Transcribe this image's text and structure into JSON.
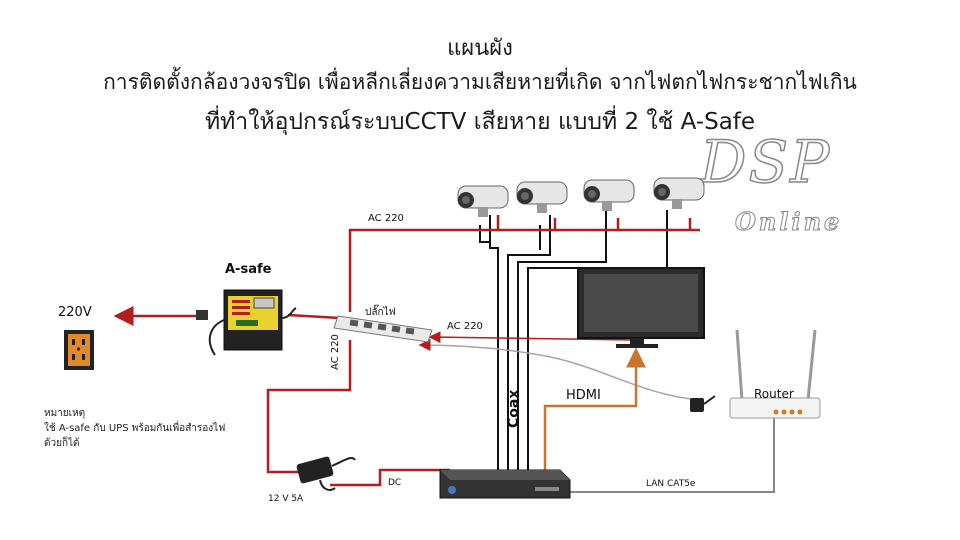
{
  "title": {
    "line1": "แผนผัง",
    "line2": "การติดตั้งกล้องวงจรปิด เพื่อหลีกเลี่ยงความเสียหายที่เกิด จากไฟตกไฟกระชากไฟเกิน",
    "line3": "ที่ทำให้อุปกรณ์ระบบCCTV เสียหาย แบบที่ 2 ใช้ A-Safe"
  },
  "watermark": {
    "main": "DSP",
    "sub": "Online"
  },
  "labels": {
    "asafe": "A-safe",
    "outlet_voltage": "220V",
    "ac_top": "AC 220",
    "ac_right": "AC 220",
    "ac_vertical": "AC 220",
    "power_strip": "ปลั๊กไฟ",
    "coax": "Coax",
    "hdmi": "HDMI",
    "router": "Router",
    "dc": "DC",
    "adapter": "12 V 5A",
    "lan": "LAN  CAT5e"
  },
  "note": {
    "heading": "หมายเหตุ",
    "line1": "ใช้ A-safe กับ UPS พร้อมกันเพื่อสำรองไฟ",
    "line2": "ด้วยก็ได้"
  },
  "colors": {
    "power_line": "#b01e1e",
    "coax_line": "#111111",
    "hdmi_line": "#c9762a",
    "lan_line": "#888888"
  }
}
